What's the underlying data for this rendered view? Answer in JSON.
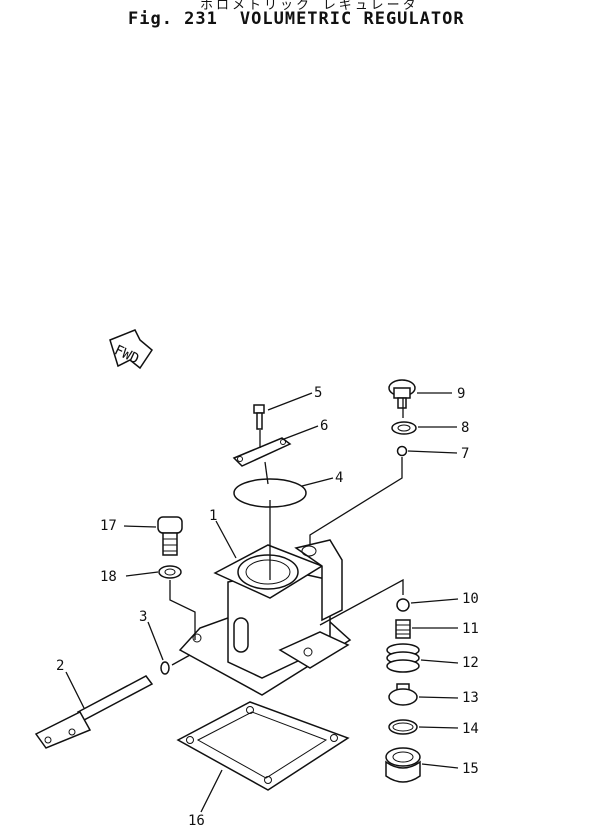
{
  "header": {
    "japanese_title": "ホロメトリック レギュレータ",
    "fig_number": "Fig. 231",
    "title": "VOLUMETRIC REGULATOR"
  },
  "fwd_label": "FWD",
  "parts": [
    {
      "label": "1"
    },
    {
      "label": "2"
    },
    {
      "label": "3"
    },
    {
      "label": "4"
    },
    {
      "label": "5"
    },
    {
      "label": "6"
    },
    {
      "label": "7"
    },
    {
      "label": "8"
    },
    {
      "label": "9"
    },
    {
      "label": "10"
    },
    {
      "label": "11"
    },
    {
      "label": "12"
    },
    {
      "label": "13"
    },
    {
      "label": "14"
    },
    {
      "label": "15"
    },
    {
      "label": "16"
    },
    {
      "label": "17"
    },
    {
      "label": "18"
    }
  ]
}
